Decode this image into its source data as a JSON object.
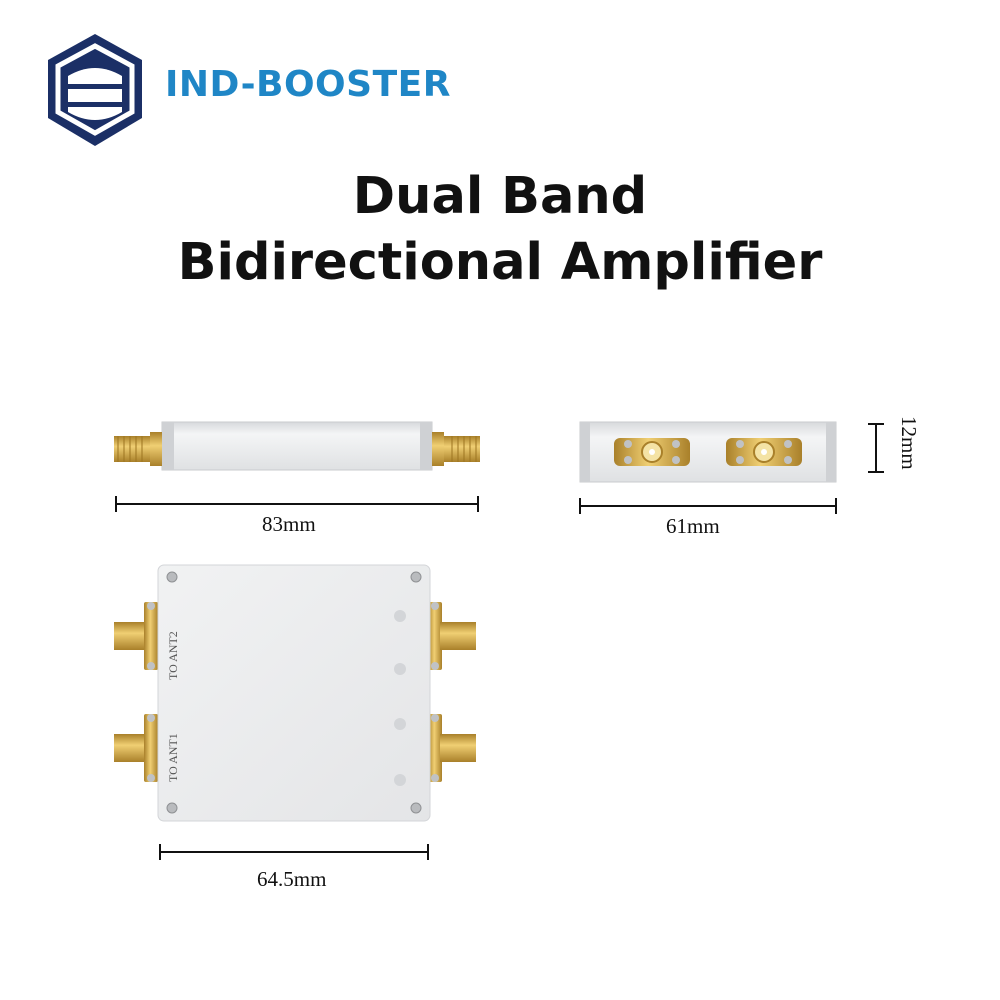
{
  "brand": {
    "name": "IND-BOOSTER",
    "color": "#1f86c6",
    "logo_color": "#1b2f66",
    "logo_icon": "hexagon-shield-logo"
  },
  "title": {
    "line1": "Dual Band",
    "line2": "Bidirectional Amplifier"
  },
  "dimensions": {
    "length": "83mm",
    "end_width": "61mm",
    "height": "12mm",
    "top_width": "64.5mm"
  },
  "ports": {
    "ant2": "TO ANT2",
    "ant1": "TO ANT1"
  },
  "colors": {
    "housing": "#e9eaec",
    "housing_edge": "#c9cbce",
    "connector_gold": "#d9b04a",
    "connector_gold_dark": "#a9802a"
  }
}
